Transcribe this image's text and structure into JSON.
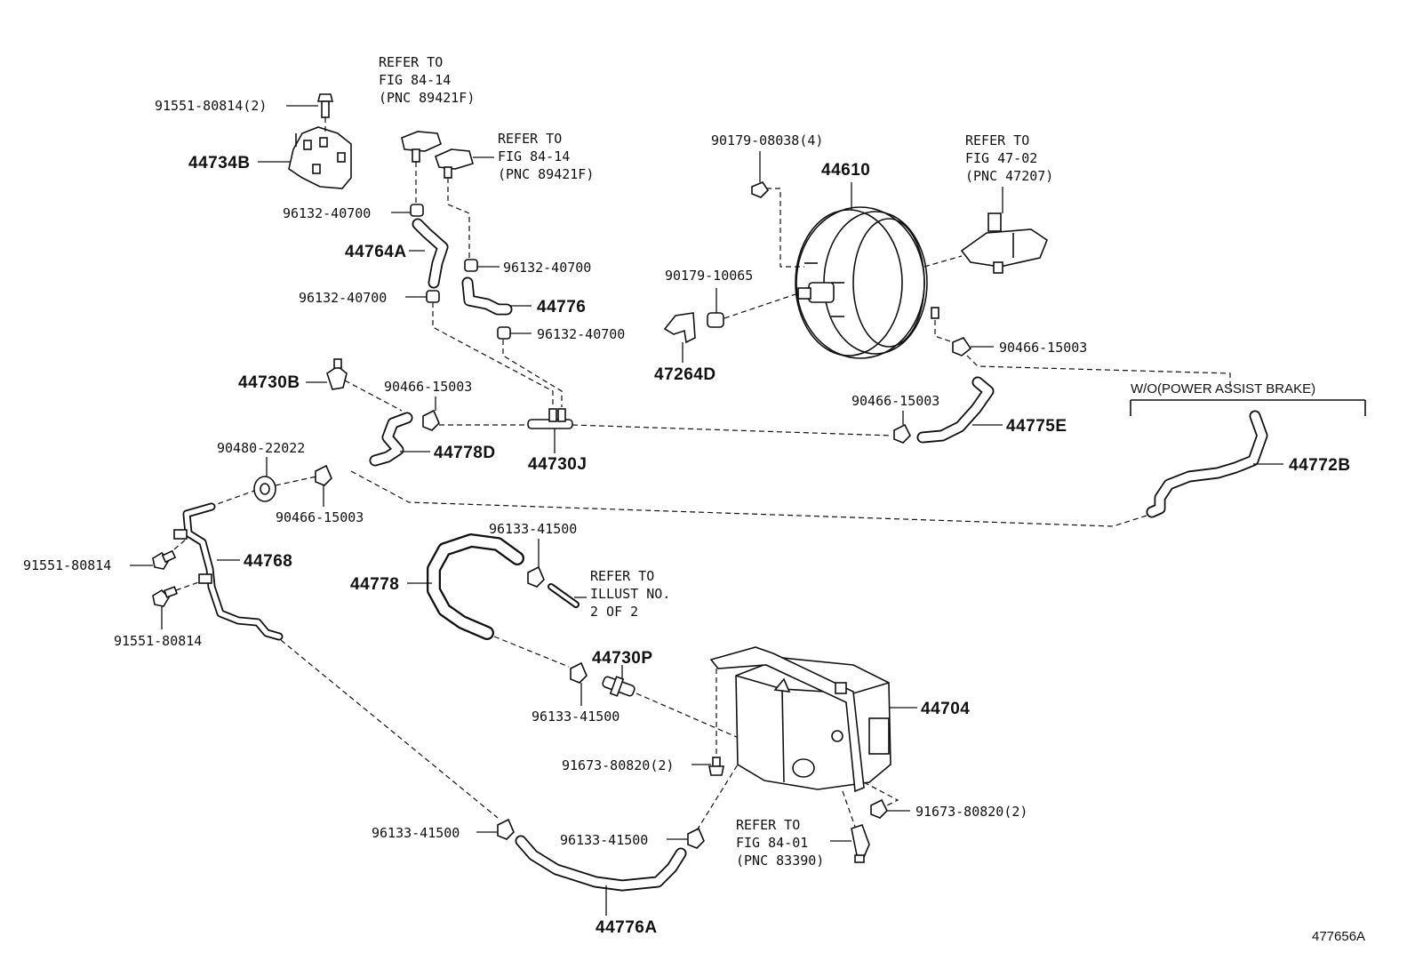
{
  "labels": {
    "p44734B": "44734B",
    "p91551_80814_2": "91551-80814(2)",
    "p96132_a": "96132-40700",
    "p44764A": "44764A",
    "p96132_b": "96132-40700",
    "p96132_c": "96132-40700",
    "p44776": "44776",
    "p96132_d": "96132-40700",
    "p90179_08038": "90179-08038(4)",
    "p44610": "44610",
    "p90179_10065": "90179-10065",
    "p47264D": "47264D",
    "p90466_a": "90466-15003",
    "p90466_b": "90466-15003",
    "p90466_c": "90466-15003",
    "p90466_d": "90466-15003",
    "p44775E": "44775E",
    "p44730B": "44730B",
    "p44730J": "44730J",
    "p44778D": "44778D",
    "p90480": "90480-22022",
    "p44772B": "44772B",
    "p91551_a": "91551-80814",
    "p91551_b": "91551-80814",
    "p44768": "44768",
    "p96133_a": "96133-41500",
    "p44778": "44778",
    "p44730P": "44730P",
    "p96133_b": "96133-41500",
    "p44704": "44704",
    "p91673_a": "91673-80820(2)",
    "p91673_b": "91673-80820(2)",
    "p96133_c": "96133-41500",
    "p96133_d": "96133-41500",
    "p44776A": "44776A",
    "diagram_id": "477656A"
  },
  "refs": {
    "r1": [
      "REFER TO",
      "FIG 84-14",
      "(PNC 89421F)"
    ],
    "r2": [
      "REFER TO",
      "FIG 84-14",
      "(PNC 89421F)"
    ],
    "r3": [
      "REFER TO",
      "FIG 47-02",
      "(PNC 47207)"
    ],
    "r4": [
      "REFER TO",
      "ILLUST NO.",
      "2 OF 2"
    ],
    "r5": [
      "REFER TO",
      "FIG 84-01",
      "(PNC 83390)"
    ]
  },
  "wo_label": "W/O(POWER ASSIST BRAKE)"
}
